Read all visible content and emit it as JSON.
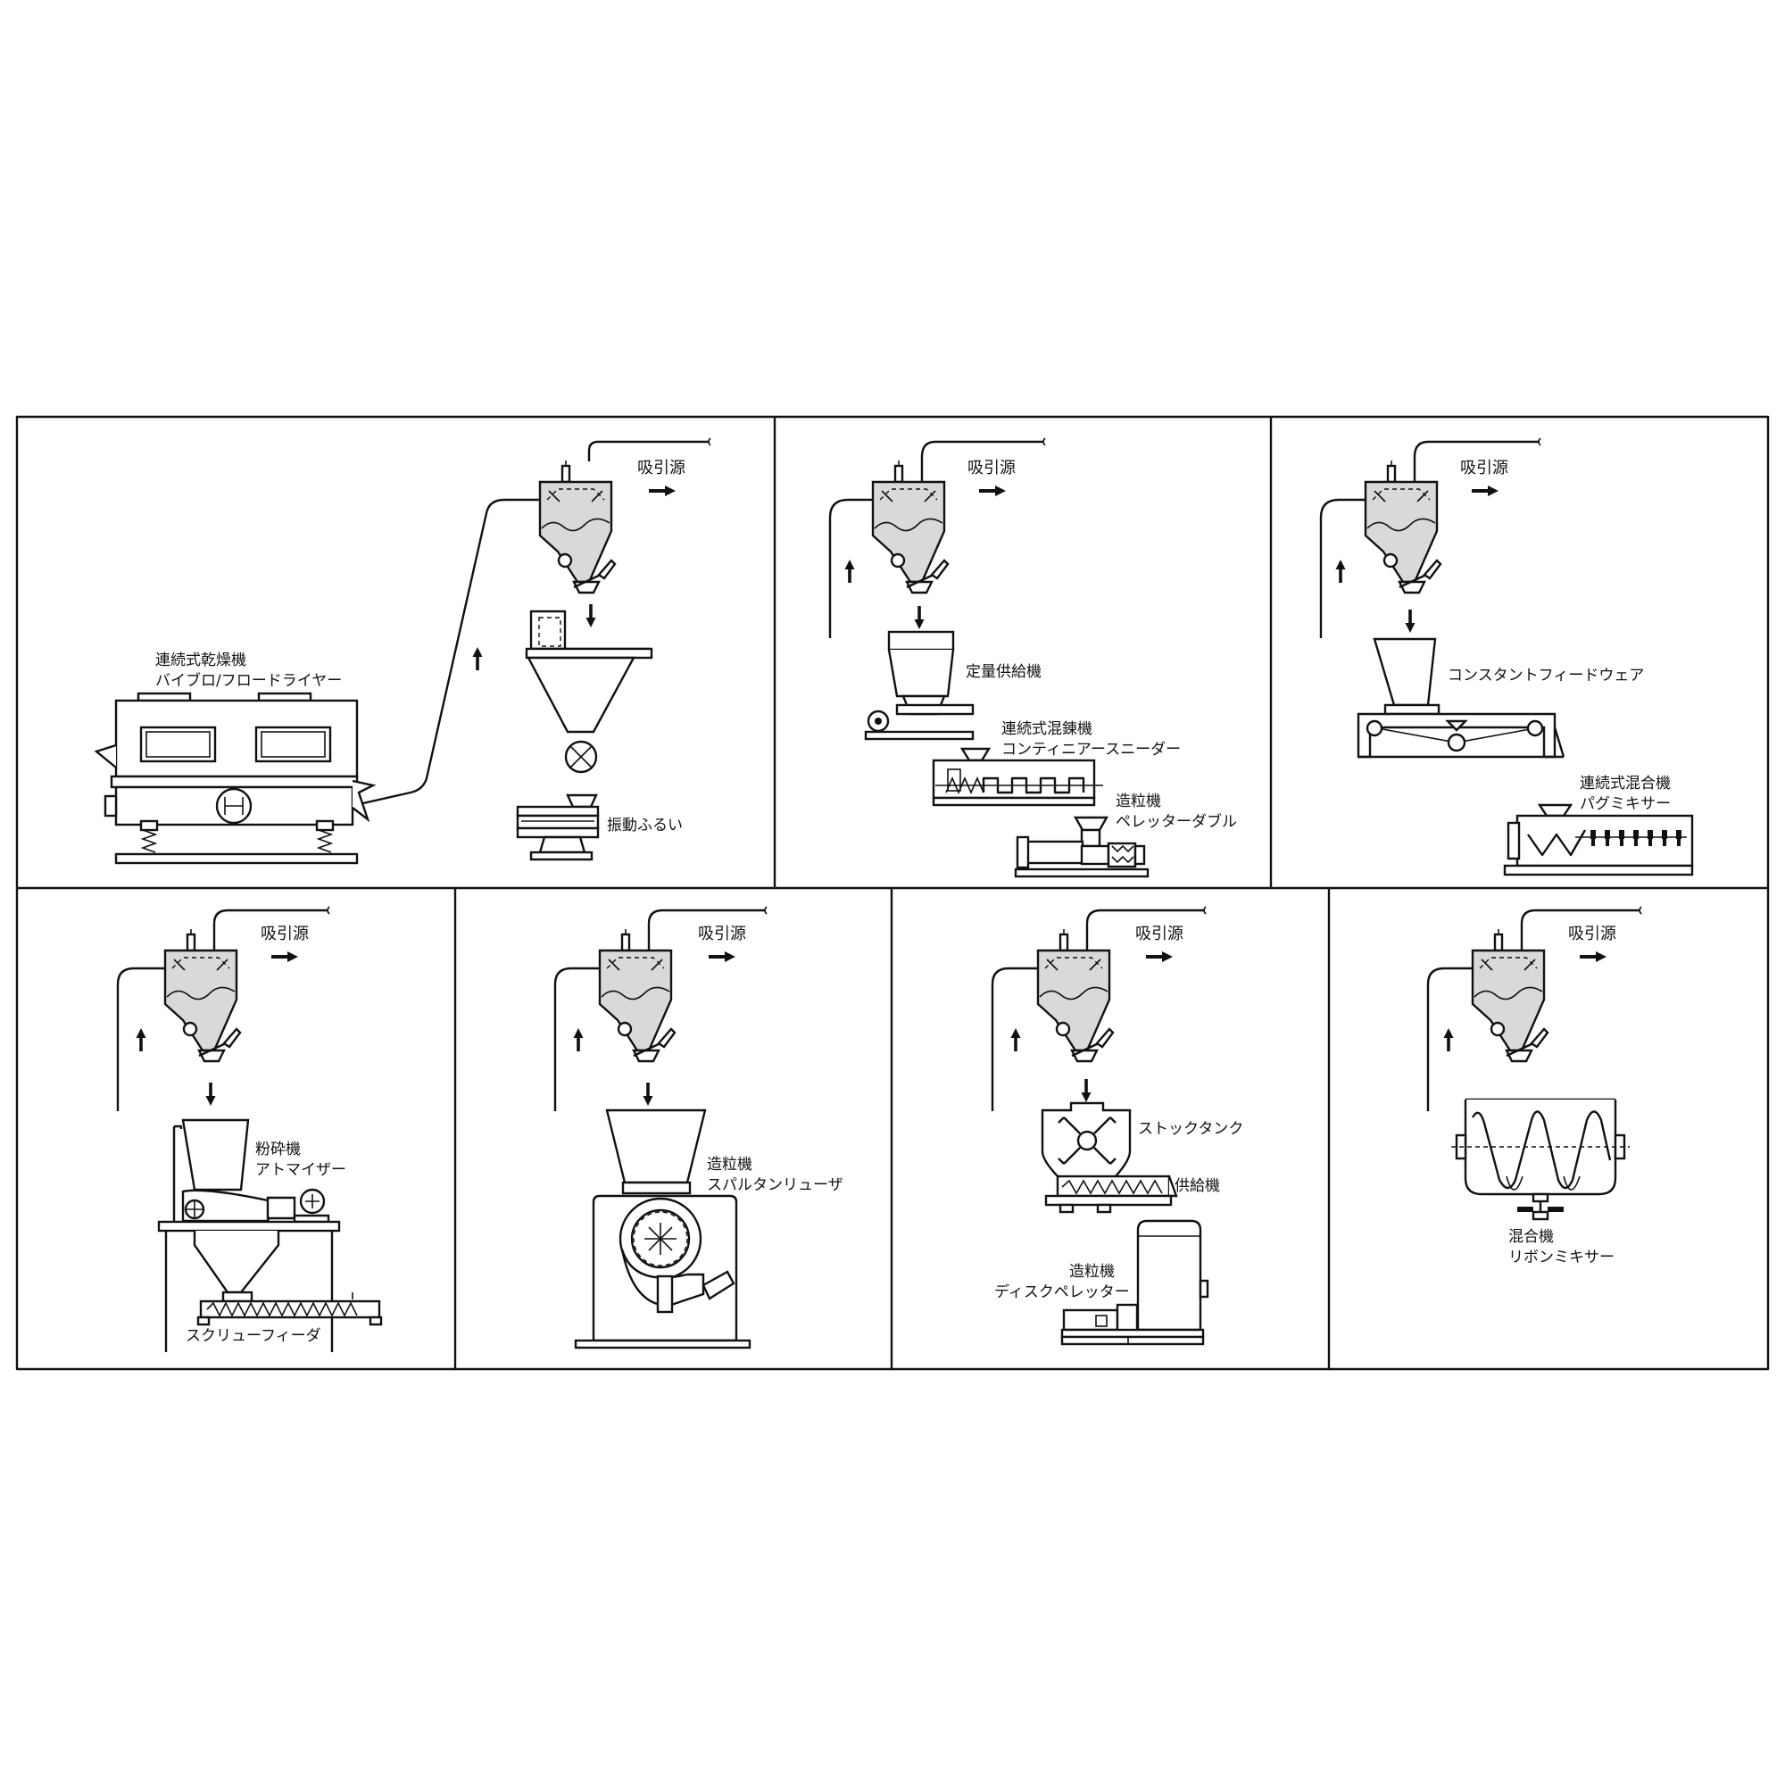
{
  "suction_source_label": "吸引源",
  "panels": [
    {
      "id": "p1",
      "labels": {
        "dryer_name": "連続式乾燥機",
        "dryer_model": "バイブロ/フロードライヤー",
        "sieve_name": "振動ふるい"
      }
    },
    {
      "id": "p2",
      "labels": {
        "feeder_name": "定量供給機",
        "kneader_name": "連続式混錬機",
        "kneader_model": "コンティニアースニーダー",
        "granulator_name": "造粒機",
        "granulator_model": "ペレッターダブル"
      }
    },
    {
      "id": "p3",
      "labels": {
        "weigher_model": "コンスタントフィードウェア",
        "mixer_name": "連続式混合機",
        "mixer_model": "パグミキサー"
      }
    },
    {
      "id": "p4",
      "labels": {
        "mill_name": "粉砕機",
        "mill_model": "アトマイザー",
        "screw_model": "スクリューフィーダ"
      }
    },
    {
      "id": "p5",
      "labels": {
        "granulator_name": "造粒機",
        "granulator_model": "スパルタンリューザ"
      }
    },
    {
      "id": "p6",
      "labels": {
        "tank_model": "ストックタンク",
        "feeder_name": "供給機",
        "granulator_name": "造粒機",
        "granulator_model": "ディスクペレッター"
      }
    },
    {
      "id": "p7",
      "labels": {
        "mixer_name": "混合機",
        "mixer_model": "リボンミキサー"
      }
    }
  ]
}
